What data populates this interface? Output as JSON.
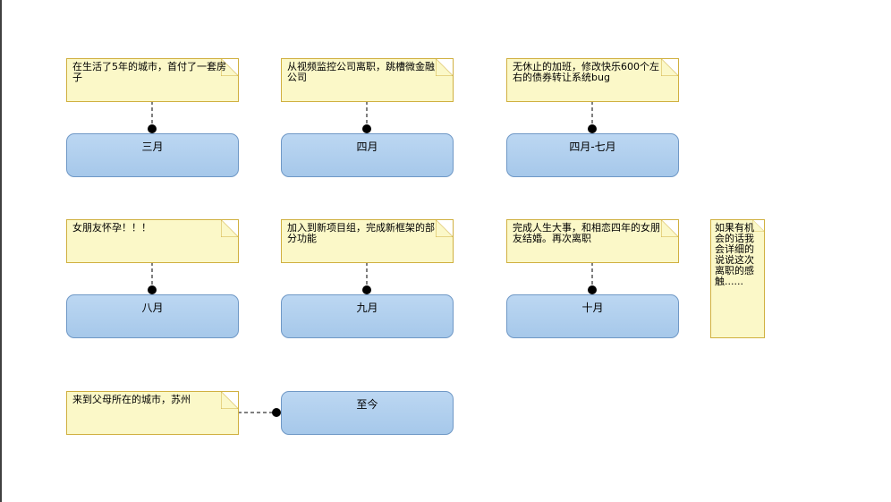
{
  "nodes": [
    {
      "id": "march",
      "label": "三月",
      "note": "在生活了5年的城市，首付了一套房子"
    },
    {
      "id": "april",
      "label": "四月",
      "note": "从视频监控公司离职，跳槽微金融公司"
    },
    {
      "id": "april-july",
      "label": "四月-七月",
      "note": "无休止的加班，修改快乐600个左右的债券转让系统bug"
    },
    {
      "id": "august",
      "label": "八月",
      "note": "女朋友怀孕！！！"
    },
    {
      "id": "september",
      "label": "九月",
      "note": "加入到新项目组，完成新框架的部分功能"
    },
    {
      "id": "october",
      "label": "十月",
      "note": "完成人生大事，和相恋四年的女朋友结婚。再次离职"
    },
    {
      "id": "now",
      "label": "至今",
      "note": "来到父母所在的城市，苏州"
    }
  ],
  "side_note": "如果有机会的话我会详细的说说这次离职的感触......",
  "colors": {
    "note_fill": "#fbf8c8",
    "note_border": "#d0b040",
    "box_fill": "#b4d0ee",
    "box_border": "#6f98c6"
  }
}
